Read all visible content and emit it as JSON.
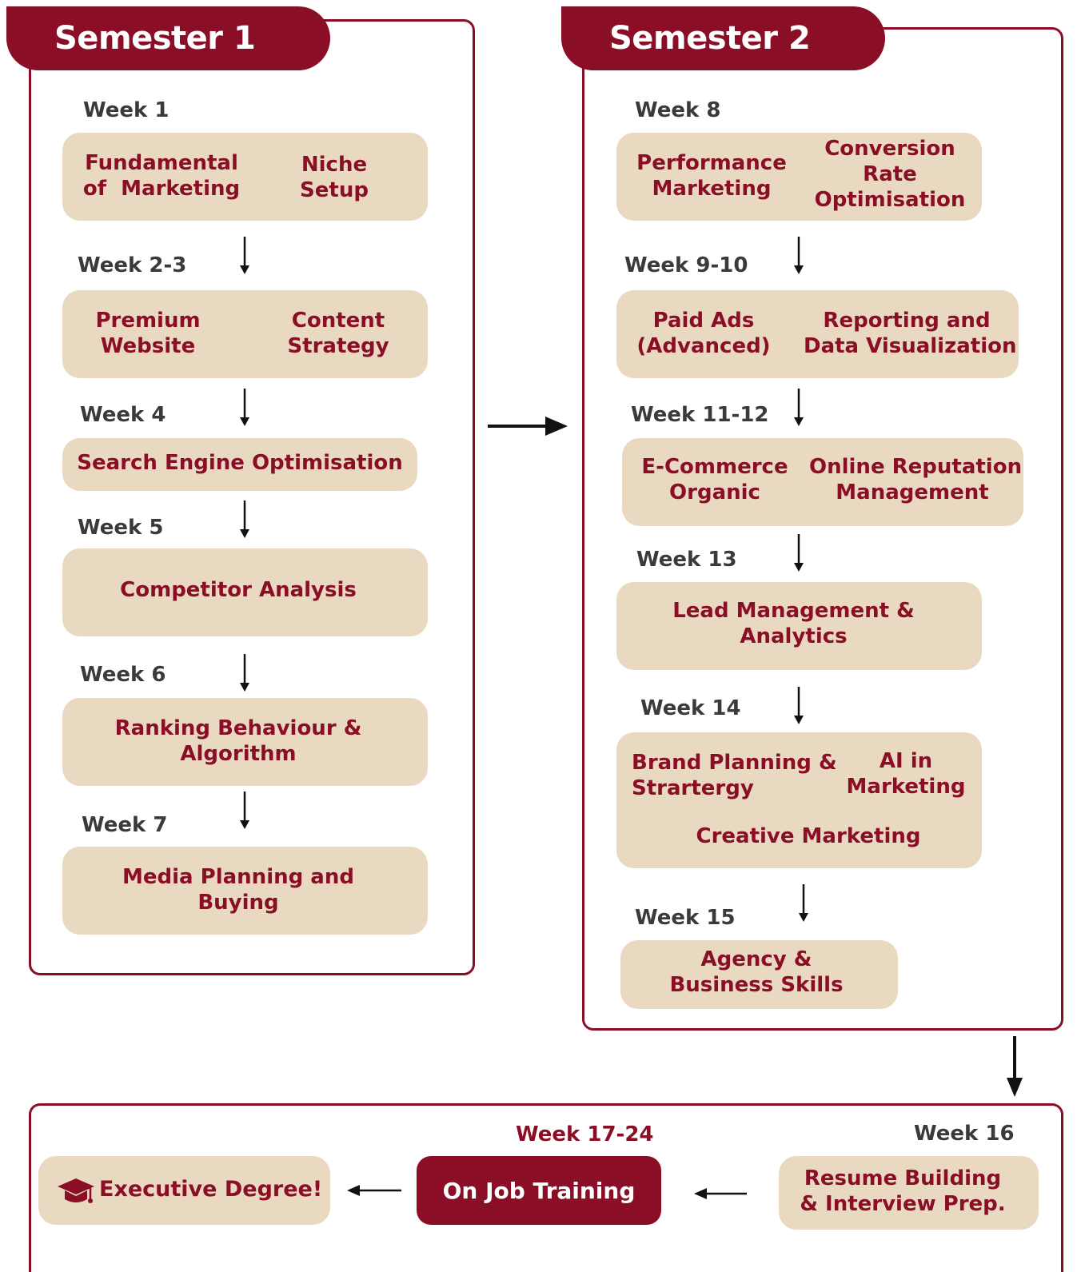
{
  "semester1": {
    "title": "Semester 1",
    "weeks": [
      {
        "label": "Week 1",
        "items": [
          "Fundamental\nof  Marketing",
          "Niche\nSetup"
        ]
      },
      {
        "label": "Week 2-3",
        "items": [
          "Premium\nWebsite",
          "Content\nStrategy"
        ]
      },
      {
        "label": "Week 4",
        "items": [
          "Search Engine Optimisation"
        ]
      },
      {
        "label": "Week 5",
        "items": [
          "Competitor Analysis"
        ]
      },
      {
        "label": "Week 6",
        "items": [
          "Ranking Behaviour &\nAlgorithm"
        ]
      },
      {
        "label": "Week 7",
        "items": [
          "Media Planning and\nBuying"
        ]
      }
    ]
  },
  "semester2": {
    "title": "Semester 2",
    "weeks": [
      {
        "label": "Week 8",
        "items": [
          "Performance\nMarketing",
          "Conversion\nRate\nOptimisation"
        ]
      },
      {
        "label": "Week 9-10",
        "items": [
          "Paid Ads\n(Advanced)",
          "Reporting and\nData Visualization"
        ]
      },
      {
        "label": "Week 11-12",
        "items": [
          "E-Commerce\nOrganic",
          "Online Reputation\nManagement"
        ]
      },
      {
        "label": "Week 13",
        "items": [
          "Lead Management &\nAnalytics"
        ]
      },
      {
        "label": "Week 14",
        "items": [
          "Brand Planning &\nStrartergy",
          "AI in\nMarketing",
          "Creative Marketing"
        ]
      },
      {
        "label": "Week 15",
        "items": [
          "Agency &\nBusiness Skills"
        ]
      }
    ]
  },
  "final": {
    "week16_label": "Week 16",
    "week16_item": "Resume Building\n& Interview Prep.",
    "week17_label": "Week 17-24",
    "week17_item": "On Job Training",
    "degree": "Executive Degree!"
  },
  "colors": {
    "brand": "#8a0e26",
    "card": "#ead9c1",
    "week_text": "#3a3a3a"
  },
  "icons": [
    "graduation-cap-icon",
    "arrow-down-icon",
    "arrow-right-icon",
    "arrow-left-icon"
  ]
}
